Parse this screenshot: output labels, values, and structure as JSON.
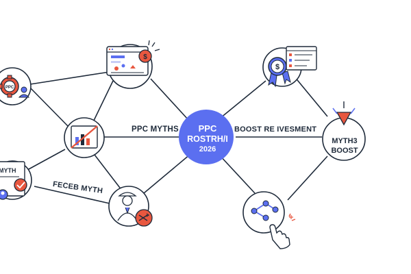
{
  "diagram": {
    "center_node": {
      "line1": "PPC",
      "line2": "ROSTRH/I",
      "line3": "2026"
    },
    "edge_labels": {
      "left": "PPC MYTHS",
      "right": "BOOST RE IVESMENT",
      "bottom": "FECEB MYTH"
    },
    "right_node": {
      "line1": "MYTH3",
      "line2": "BOOST"
    },
    "icon_texts": {
      "ppc_gear": "PPC",
      "myth_card": "MYTH"
    },
    "colors": {
      "accent_blue": "#5b6ff0",
      "accent_red": "#e8573f",
      "line": "#1e2a3a"
    }
  }
}
